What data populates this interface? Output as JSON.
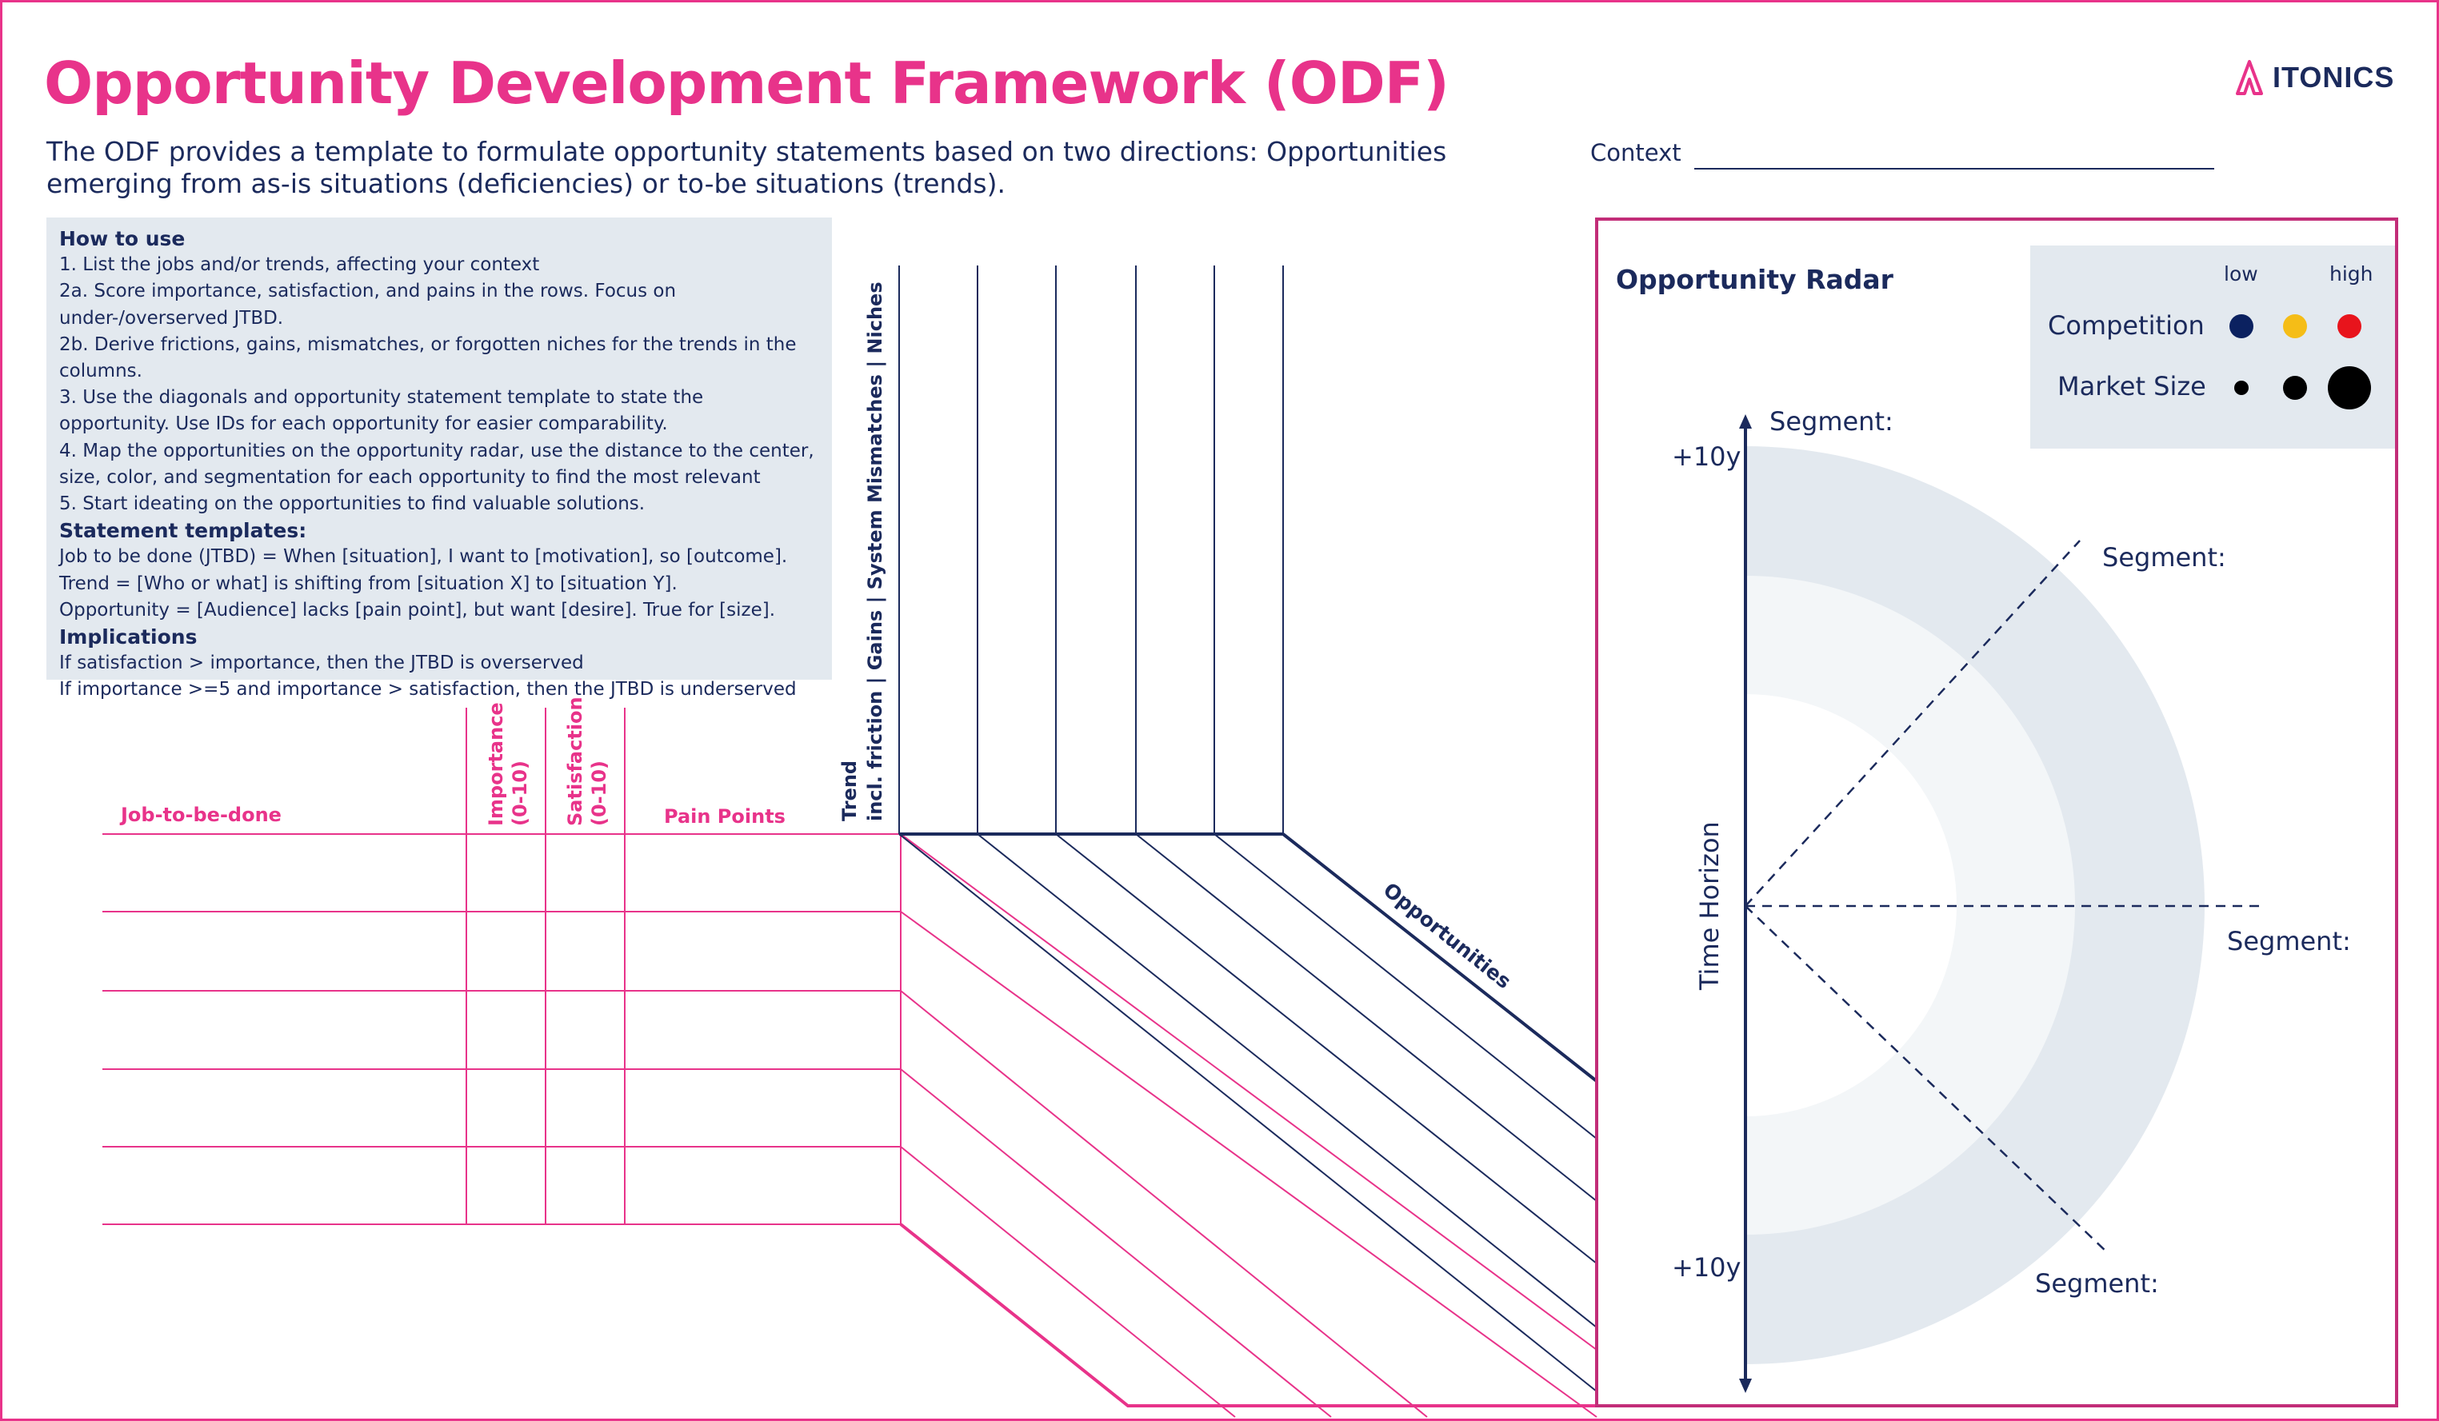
{
  "header": {
    "title": "Opportunity Development Framework (ODF)",
    "intro": "The ODF provides a template to formulate opportunity statements based on two directions: Opportunities emerging from as-is situations (deficiencies) or to-be situations (trends).",
    "logo_text": "ITONICS",
    "context_label": "Context"
  },
  "howto": {
    "heading": "How to use",
    "steps": [
      "1. List the jobs and/or trends, affecting your context",
      "2a. Score importance, satisfaction, and pains in the rows. Focus on under-/overserved JTBD.",
      "2b. Derive frictions, gains, mismatches, or forgotten niches for the trends in the columns.",
      "3. Use the diagonals and opportunity statement template to state the opportunity. Use IDs for each opportunity for easier comparability.",
      "4. Map the opportunities on the opportunity radar, use the distance to the center, size, color, and segmentation for each opportunity to find the most relevant",
      "5. Start ideating on the opportunities to find valuable solutions."
    ],
    "templates_heading": "Statement templates:",
    "templates": [
      "Job to be done (JTBD) = When [situation], I want to [motivation], so [outcome].",
      "Trend = [Who or what] is shifting from [situation X] to [situation Y].",
      "Opportunity = [Audience] lacks [pain point], but want [desire]. True for [size]."
    ],
    "implications_heading": "Implications",
    "implications": [
      "If satisfaction > importance, then the JTBD is overserved",
      "If importance >=5 and importance > satisfaction, then the JTBD is underserved"
    ]
  },
  "table": {
    "col_jtbd": "Job-to-be-done",
    "col_importance": "Importance",
    "col_importance_scale": "(0-10)",
    "col_satisfaction": "Satisfaction",
    "col_satisfaction_scale": "(0-10)",
    "col_pain": "Pain Points",
    "trend_label": "Trend",
    "trend_sub": "incl. friction | Gains | System Mismatches | Niches",
    "opportunities_label": "Opportunities"
  },
  "radar": {
    "title": "Opportunity Radar",
    "axis_label": "Time Horizon",
    "top_tick": "+10y",
    "bottom_tick": "+10y",
    "segments": [
      "Segment:",
      "Segment:",
      "Segment:",
      "Segment:"
    ],
    "legend": {
      "low": "low",
      "high": "high",
      "competition_label": "Competition",
      "market_size_label": "Market Size",
      "competition_colors": [
        "#0b2160",
        "#f5bd17",
        "#e8141c"
      ]
    }
  },
  "colors": {
    "pink": "#e8338a",
    "navy": "#1b2a5c",
    "panel": "#e3e9ef"
  }
}
